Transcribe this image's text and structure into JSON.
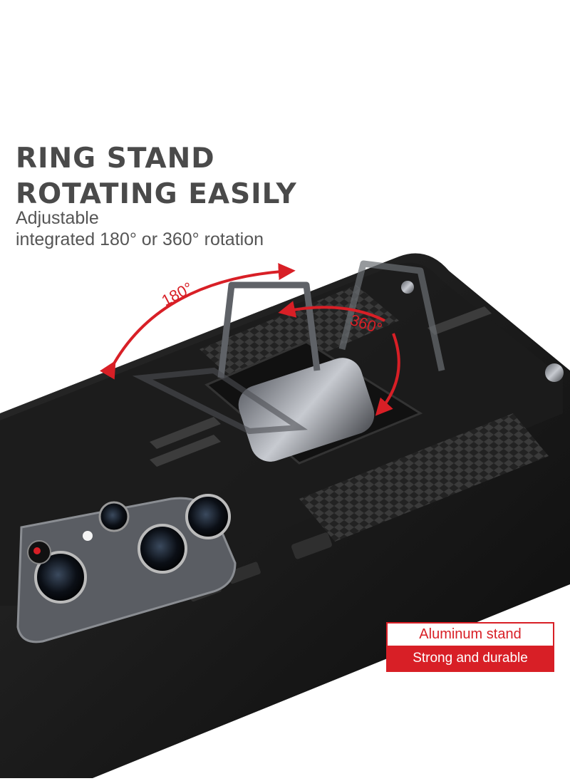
{
  "heading": {
    "line1": "RING STAND",
    "line2": "ROTATING EASILY"
  },
  "subheading": {
    "line1": "Adjustable",
    "line2": "integrated 180° or 360° rotation"
  },
  "rotation_labels": {
    "left": "180°",
    "right": "360°"
  },
  "badge": {
    "top": "Aluminum stand",
    "bottom": "Strong and durable"
  },
  "colors": {
    "accent_red": "#d81f26",
    "heading_gray": "#4a4a4a",
    "case_black": "#121212"
  }
}
